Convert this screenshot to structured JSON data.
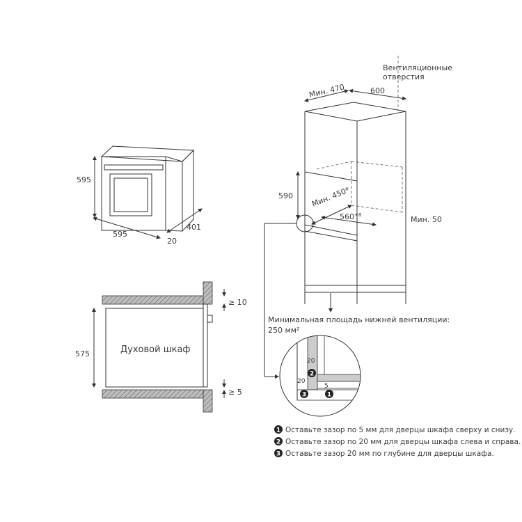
{
  "oven_dims": {
    "height": "595",
    "width": "595",
    "depth": "401",
    "front": "20"
  },
  "side_view": {
    "label": "Духовой шкаф",
    "height": "575",
    "gap_top": "≥ 10",
    "gap_bottom": "≥ 5"
  },
  "column": {
    "vent_label_line1": "Вентиляционные",
    "vent_label_line2": "отверстия",
    "min_depth": "Мин. 470",
    "width": "600",
    "niche_height": "590",
    "niche_depth": "Мин. 450*",
    "niche_width": "560",
    "niche_width_tol": "+8",
    "min_back": "Мин. 50",
    "bottom_vent_line1": "Минимальная площадь нижней вентиляции:",
    "bottom_vent_line2": "250 мм²"
  },
  "detail": {
    "gap_side": "20",
    "gap_depth": "20",
    "gap_top": "5",
    "markers": [
      "1",
      "2",
      "3"
    ]
  },
  "notes": [
    {
      "num": "1",
      "text": "Оставьте зазор по 5 мм для дверцы шкафа сверху и снизу."
    },
    {
      "num": "2",
      "text": "Оставьте зазор по 20 мм для дверцы шкафа слева и справа."
    },
    {
      "num": "3",
      "text": "Оставьте зазор 20 мм по глубине для дверцы шкафа."
    }
  ]
}
